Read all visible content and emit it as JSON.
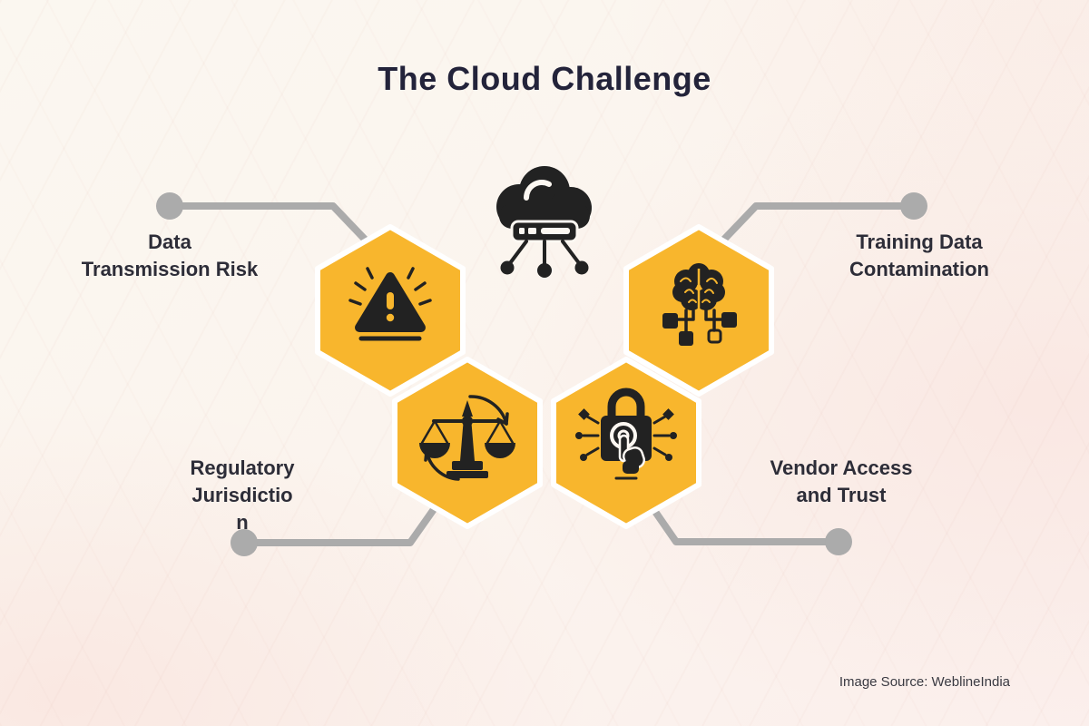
{
  "title": "The Cloud Challenge",
  "source_credit": "Image Source: WeblineIndia",
  "center_icon": "cloud-computing-network",
  "challenges": [
    {
      "id": "data-transmission-risk",
      "label": "Data Transmission Risk",
      "lines": [
        "Data",
        "Transmission Risk"
      ],
      "icon": "warning-alert-icon",
      "position": "top-left"
    },
    {
      "id": "training-data-contamination",
      "label": "Training Data Contamination",
      "lines": [
        "Training Data",
        "Contamination"
      ],
      "icon": "brain-circuit-icon",
      "position": "top-right"
    },
    {
      "id": "regulatory-jurisdiction",
      "label": "Regulatory Jurisdiction",
      "lines": [
        "Regulatory",
        "Jurisdictio",
        "n"
      ],
      "icon": "scales-of-justice-icon",
      "position": "bottom-left"
    },
    {
      "id": "vendor-access-and-trust",
      "label": "Vendor Access and Trust",
      "lines": [
        "Vendor Access",
        "and Trust"
      ],
      "icon": "secure-access-lock-icon",
      "position": "bottom-right"
    }
  ],
  "colors": {
    "hexagon_fill": "#F8B62D",
    "hexagon_border": "#FFFFFF",
    "icon_ink": "#222222",
    "connector_gray": "#ABABAB",
    "title_text": "#23233A",
    "label_text": "#2D2D38",
    "background_cream": "#FBF6F0",
    "background_pink": "#FBEDEA"
  }
}
